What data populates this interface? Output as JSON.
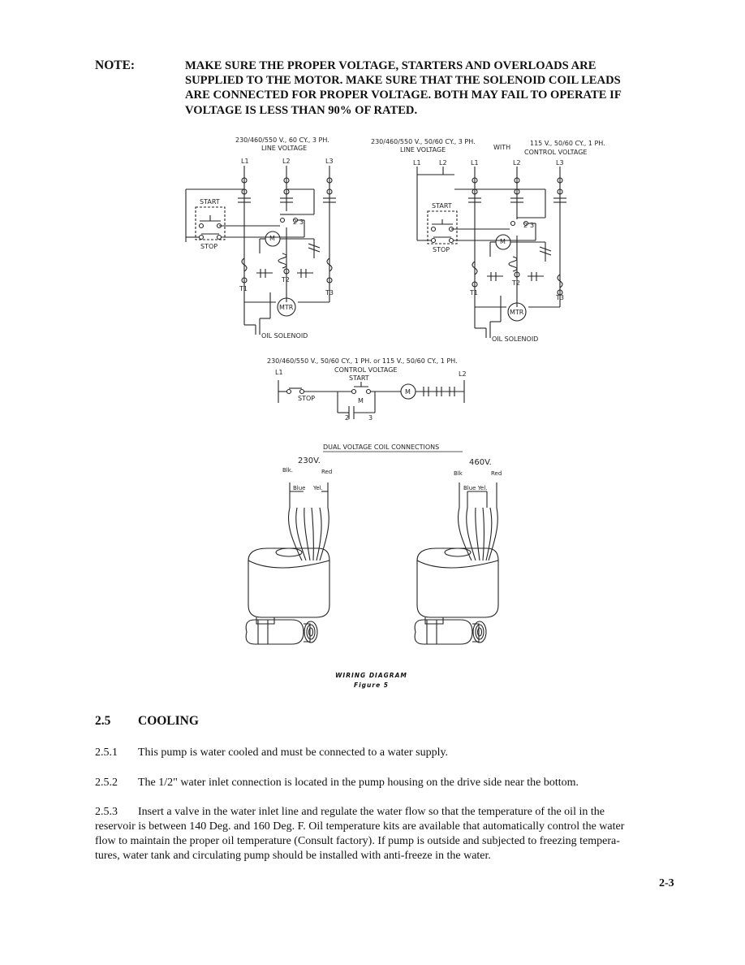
{
  "note": {
    "label": "NOTE:",
    "lines": [
      "MAKE SURE THE PROPER VOLTAGE, STARTERS AND OVERLOADS ARE",
      "SUPPLIED TO THE MOTOR.  MAKE SURE THAT THE SOLENOID COIL LEADS",
      "ARE CONNECTED FOR PROPER VOLTAGE.  BOTH MAY FAIL TO OPERATE IF",
      "VOLTAGE IS LESS THAN 90% OF RATED."
    ]
  },
  "diagram": {
    "left_title_1": "230/460/550 V., 60 CY., 3 PH.",
    "left_title_2": "LINE VOLTAGE",
    "right_title_1": "230/460/550 V., 50/60 CY., 3 PH.",
    "right_title_2": "LINE VOLTAGE",
    "right_with": "WITH",
    "right_title_3": "115 V., 50/60 CY., 1 PH.",
    "right_title_4": "CONTROL VOLTAGE",
    "l1": "L1",
    "l2": "L2",
    "l3": "L3",
    "start": "START",
    "stop": "STOP",
    "m": "M",
    "mtr": "MTR",
    "t1": "T1",
    "t2": "T2",
    "t3": "T3",
    "num2": "2",
    "num3": "3",
    "oil_solenoid": "OIL  SOLENOID",
    "ctrl_title_1": "230/460/550 V., 50/60 CY., 1 PH.  or  115 V., 50/60 CY., 1 PH.",
    "ctrl_title_2": "CONTROL  VOLTAGE",
    "dual_title": "DUAL  VOLTAGE  COIL  CONNECTIONS",
    "v230": "230V.",
    "v460": "460V.",
    "blk": "Blk.",
    "blk2": "Blk",
    "red": "Red",
    "blue": "Blue",
    "yel": "Yel.",
    "blue_yel": "Blue Yel.",
    "caption_1": "WIRING  DIAGRAM",
    "caption_2": "Figure  5"
  },
  "section": {
    "number": "2.5",
    "title": "COOLING",
    "paragraphs": [
      {
        "num": "2.5.1",
        "text": "This pump is water cooled and must be connected to a water supply."
      },
      {
        "num": "2.5.2",
        "text": "The 1/2\" water inlet connection is located in the pump housing on the drive side near the bottom."
      }
    ],
    "para3_num": "2.5.3",
    "para3_lines": [
      "Insert a valve in the water inlet line and regulate the water flow  so that the temperature of the oil in the",
      "reservoir is between 140 Deg. and 160 Deg. F.  Oil temperature kits are available that automatically control the water",
      "flow to maintain the proper oil temperature (Consult factory).  If pump is outside and subjected to freezing tempera-",
      "tures, water tank and circulating pump should be installed with anti-freeze in the water."
    ]
  },
  "page_number": "2-3"
}
